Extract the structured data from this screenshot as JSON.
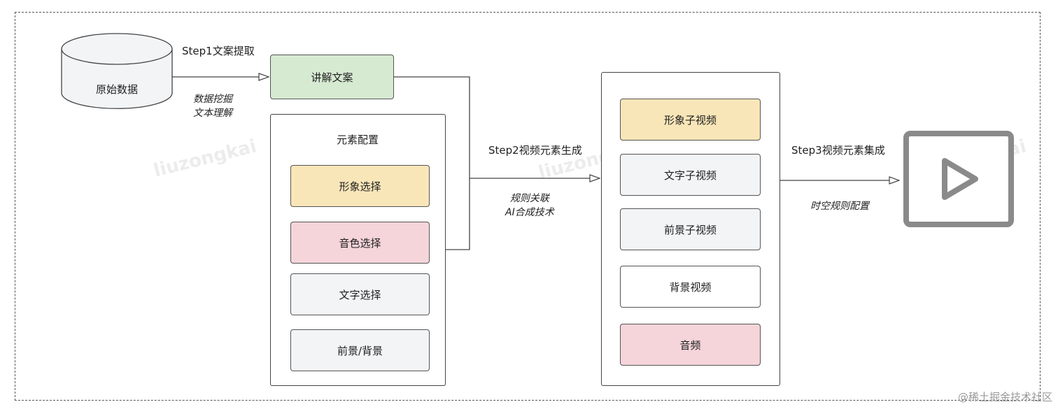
{
  "source": {
    "label": "原始数据"
  },
  "steps": {
    "step1": {
      "label": "Step1文案提取",
      "note_line1": "数据挖掘",
      "note_line2": "文本理解"
    },
    "step2": {
      "label": "Step2视频元素生成",
      "note_line1": "规则关联",
      "note_line2": "AI合成技术"
    },
    "step3": {
      "label": "Step3视频元素集成",
      "note_line1": "时空规则配置"
    }
  },
  "script_box": {
    "label": "讲解文案"
  },
  "element_config": {
    "title": "元素配置",
    "items": [
      {
        "label": "形象选择",
        "color": "#f9e6b8"
      },
      {
        "label": "音色选择",
        "color": "#f5d4da"
      },
      {
        "label": "文字选择",
        "color": "#f3f4f6"
      },
      {
        "label": "前景/背景",
        "color": "#f3f4f6"
      }
    ]
  },
  "video_elements": {
    "items": [
      {
        "label": "形象子视频",
        "color": "#f9e6b8"
      },
      {
        "label": "文字子视频",
        "color": "#f3f4f6"
      },
      {
        "label": "前景子视频",
        "color": "#f3f4f6"
      },
      {
        "label": "背景视频",
        "color": "#ffffff"
      },
      {
        "label": "音频",
        "color": "#f5d4da"
      }
    ]
  },
  "output": {
    "icon": "play-video-icon"
  },
  "watermark": "liuzongkai",
  "credit": "@稀土掘金技术社区"
}
